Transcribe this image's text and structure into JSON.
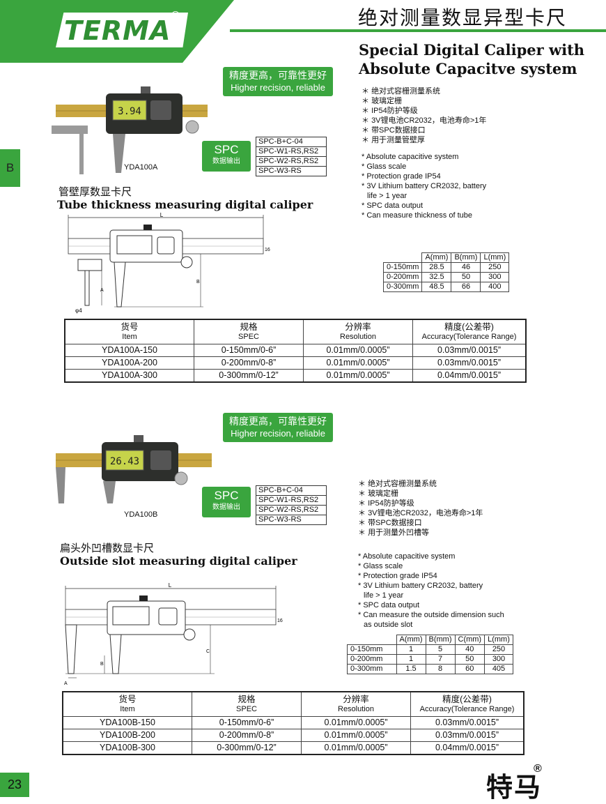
{
  "header": {
    "logo": "TERMA",
    "logo_reg": "®",
    "title_cn": "绝对测量数显异型卡尺",
    "title_en_line1": "Special Digital Caliper with",
    "title_en_line2": "Absolute Capacitve system",
    "side_tab": "B"
  },
  "section_a": {
    "badge_cn": "精度更高，可靠性更好",
    "badge_en": "Higher recision, reliable",
    "display_value": "3.94",
    "spc_title": "SPC",
    "spc_sub": "数据输出",
    "spc_items": [
      "SPC-B+C-04",
      "SPC-W1-RS,RS2",
      "SPC-W2-RS,RS2",
      "SPC-W3-RS"
    ],
    "model": "YDA100A",
    "name_cn": "管壁厚数显卡尺",
    "name_en": "Tube thickness measuring digital caliper",
    "features_cn": [
      "绝对式容栅测量系统",
      "玻璃定栅",
      "IP54防护等级",
      "3V锂电池CR2032，电池寿命>1年",
      "带SPC数据接口",
      "用于测量管壁厚"
    ],
    "features_en": [
      "* Absolute capacitive system",
      "* Glass scale",
      "* Protection grade IP54",
      "* 3V Lithium battery CR2032, battery",
      "   life > 1 year",
      "* SPC data output",
      "* Can measure thickness of tube"
    ],
    "drawing_labels": {
      "L": "L",
      "B": "B",
      "A": "A",
      "phi": "φ4",
      "h": "16"
    },
    "dim_headers": [
      "",
      "A(mm)",
      "B(mm)",
      "L(mm)"
    ],
    "dim_rows": [
      [
        "0-150mm",
        "28.5",
        "46",
        "250"
      ],
      [
        "0-200mm",
        "32.5",
        "50",
        "300"
      ],
      [
        "0-300mm",
        "48.5",
        "66",
        "400"
      ]
    ],
    "spec_headers": [
      [
        "货号",
        "Item"
      ],
      [
        "规格",
        "SPEC"
      ],
      [
        "分辨率",
        "Resolution"
      ],
      [
        "精度(公差带)",
        "Accuracy(Tolerance Range)"
      ]
    ],
    "spec_rows": [
      [
        "YDA100A-150",
        "0-150mm/0-6”",
        "0.01mm/0.0005”",
        "0.03mm/0.0015”"
      ],
      [
        "YDA100A-200",
        "0-200mm/0-8”",
        "0.01mm/0.0005”",
        "0.03mm/0.0015”"
      ],
      [
        "YDA100A-300",
        "0-300mm/0-12”",
        "0.01mm/0.0005”",
        "0.04mm/0.0015”"
      ]
    ]
  },
  "section_b": {
    "badge_cn": "精度更高，可靠性更好",
    "badge_en": "Higher recision, reliable",
    "display_value": "26.43",
    "spc_title": "SPC",
    "spc_sub": "数据输出",
    "spc_items": [
      "SPC-B+C-04",
      "SPC-W1-RS,RS2",
      "SPC-W2-RS,RS2",
      "SPC-W3-RS"
    ],
    "model": "YDA100B",
    "name_cn": "扁头外凹槽数显卡尺",
    "name_en": "Outside slot measuring digital caliper",
    "features_cn": [
      "绝对式容栅测量系统",
      "玻璃定栅",
      "IP54防护等级",
      "3V锂电池CR2032，电池寿命>1年",
      "带SPC数据接口",
      "用于测量外凹槽等"
    ],
    "features_en": [
      "* Absolute capacitive system",
      "* Glass scale",
      "* Protection grade IP54",
      "* 3V Lithium battery CR2032, battery",
      "   life > 1 year",
      "* SPC data output",
      "* Can measure the outside dimension such",
      "   as outside slot"
    ],
    "drawing_labels": {
      "L": "L",
      "C": "C",
      "B": "B",
      "A": "A",
      "h": "16"
    },
    "dim_headers": [
      "",
      "A(mm)",
      "B(mm)",
      "C(mm)",
      "L(mm)"
    ],
    "dim_rows": [
      [
        "0-150mm",
        "1",
        "5",
        "40",
        "250"
      ],
      [
        "0-200mm",
        "1",
        "7",
        "50",
        "300"
      ],
      [
        "0-300mm",
        "1.5",
        "8",
        "60",
        "405"
      ]
    ],
    "spec_headers": [
      [
        "货号",
        "Item"
      ],
      [
        "规格",
        "SPEC"
      ],
      [
        "分辨率",
        "Resolution"
      ],
      [
        "精度(公差带)",
        "Accuracy(Tolerance Range)"
      ]
    ],
    "spec_rows": [
      [
        "YDA100B-150",
        "0-150mm/0-6”",
        "0.01mm/0.0005”",
        "0.03mm/0.0015”"
      ],
      [
        "YDA100B-200",
        "0-200mm/0-8”",
        "0.01mm/0.0005”",
        "0.03mm/0.0015”"
      ],
      [
        "YDA100B-300",
        "0-300mm/0-12”",
        "0.01mm/0.0005”",
        "0.04mm/0.0015”"
      ]
    ]
  },
  "footer": {
    "page": "23",
    "brand": "特马",
    "brand_reg": "®"
  },
  "colors": {
    "brand_green": "#3aa53e",
    "scale_gold": "#c9a640",
    "body_gray": "#7d7f7a"
  }
}
